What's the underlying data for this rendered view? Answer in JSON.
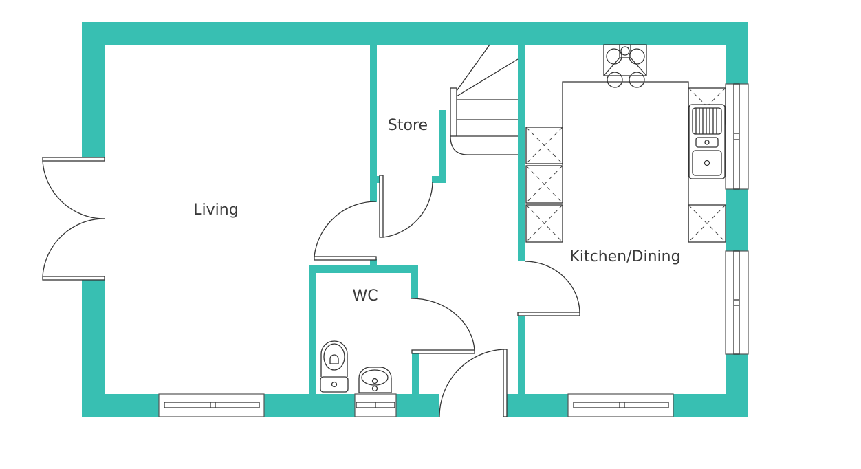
{
  "plan": {
    "title": "Ground Floor Plan",
    "wall_color": "#38bfb2",
    "line_color": "#333333",
    "rooms": [
      {
        "id": "living",
        "label": "Living"
      },
      {
        "id": "store",
        "label": "Store"
      },
      {
        "id": "wc",
        "label": "WC"
      },
      {
        "id": "kitchen",
        "label": "Kitchen/Dining"
      }
    ],
    "fixtures": [
      "double-door-icon",
      "staircase-icon",
      "hob-icon",
      "sink-icon",
      "toilet-icon",
      "basin-icon",
      "appliance-icon",
      "window-icon",
      "door-icon"
    ]
  }
}
